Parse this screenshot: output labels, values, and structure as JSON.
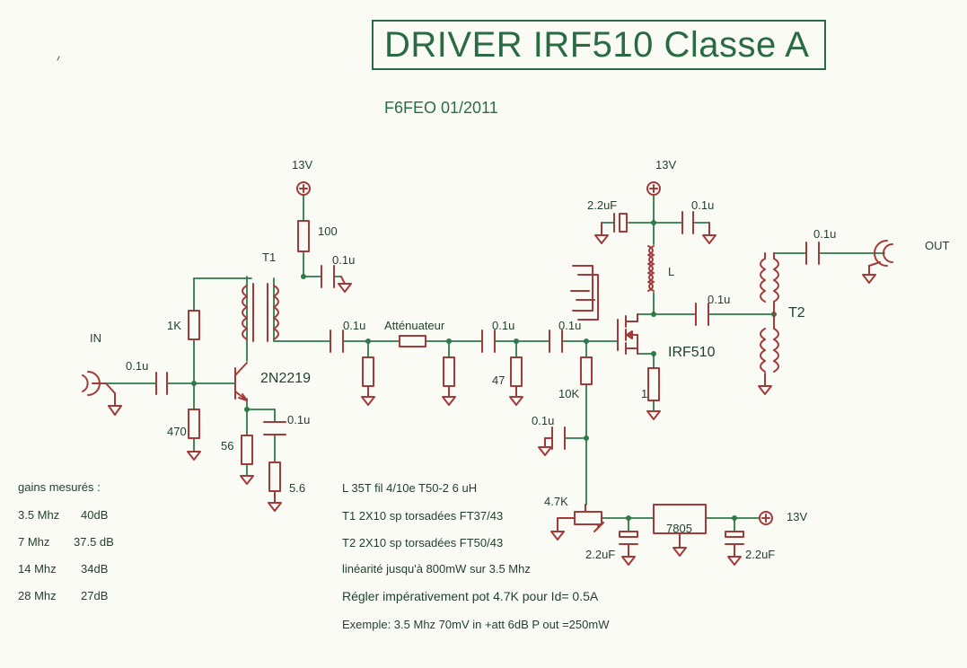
{
  "title": "DRIVER IRF510 Classe A",
  "author_date": "F6FEO  01/2011",
  "colors": {
    "wire": "#2f7a4a",
    "component": "#a23a3a",
    "text": "#1f3f2a",
    "frame": "#2b6b43"
  },
  "labels": {
    "vcc_left": "13V",
    "vcc_mid": "13V",
    "vcc_right": "13V",
    "r100": "100",
    "t1": "T1",
    "c_t1": "0.1u",
    "r1k": "1K",
    "in": "IN",
    "c_in": "0.1u",
    "q1": "2N2219",
    "r470": "470",
    "r56": "56",
    "c_emit": "0.1u",
    "r5_6": "5.6",
    "c_att_in": "0.1u",
    "attenuator": "Atténuateur",
    "c_att_out": "0.1u",
    "r47": "47",
    "c_gate": "0.1u",
    "r10k": "10K",
    "c_bias": "0.1u",
    "c22_top": "2.2uF",
    "c_top": "0.1u",
    "l": "L",
    "c_drain": "0.1u",
    "t2": "T2",
    "c_out": "0.1u",
    "out": "OUT",
    "mosfet": "IRF510",
    "r1": "1",
    "pot": "4.7K",
    "reg": "7805",
    "c22_reg_in": "2.2uF",
    "c22_reg_out": "2.2uF"
  },
  "gains": {
    "heading": "gains mesurés :",
    "rows": [
      {
        "freq": "3.5 Mhz",
        "gain": "40dB"
      },
      {
        "freq": "7 Mhz",
        "gain": "37.5 dB"
      },
      {
        "freq": "14 Mhz",
        "gain": "34dB"
      },
      {
        "freq": "28 Mhz",
        "gain": "27dB"
      }
    ]
  },
  "notes": {
    "l_spec": "L 35T fil 4/10e  T50-2  6 uH",
    "t1_spec": "T1 2X10 sp torsadées  FT37/43",
    "t2_spec": "T2 2X10 sp torsadées FT50/43",
    "linearity": "linéarité jusqu'à 800mW sur 3.5 Mhz",
    "adjust": "Régler impérativement pot 4.7K pour Id= 0.5A",
    "example": "Exemple: 3.5 Mhz  70mV in +att 6dB  P out =250mW"
  }
}
